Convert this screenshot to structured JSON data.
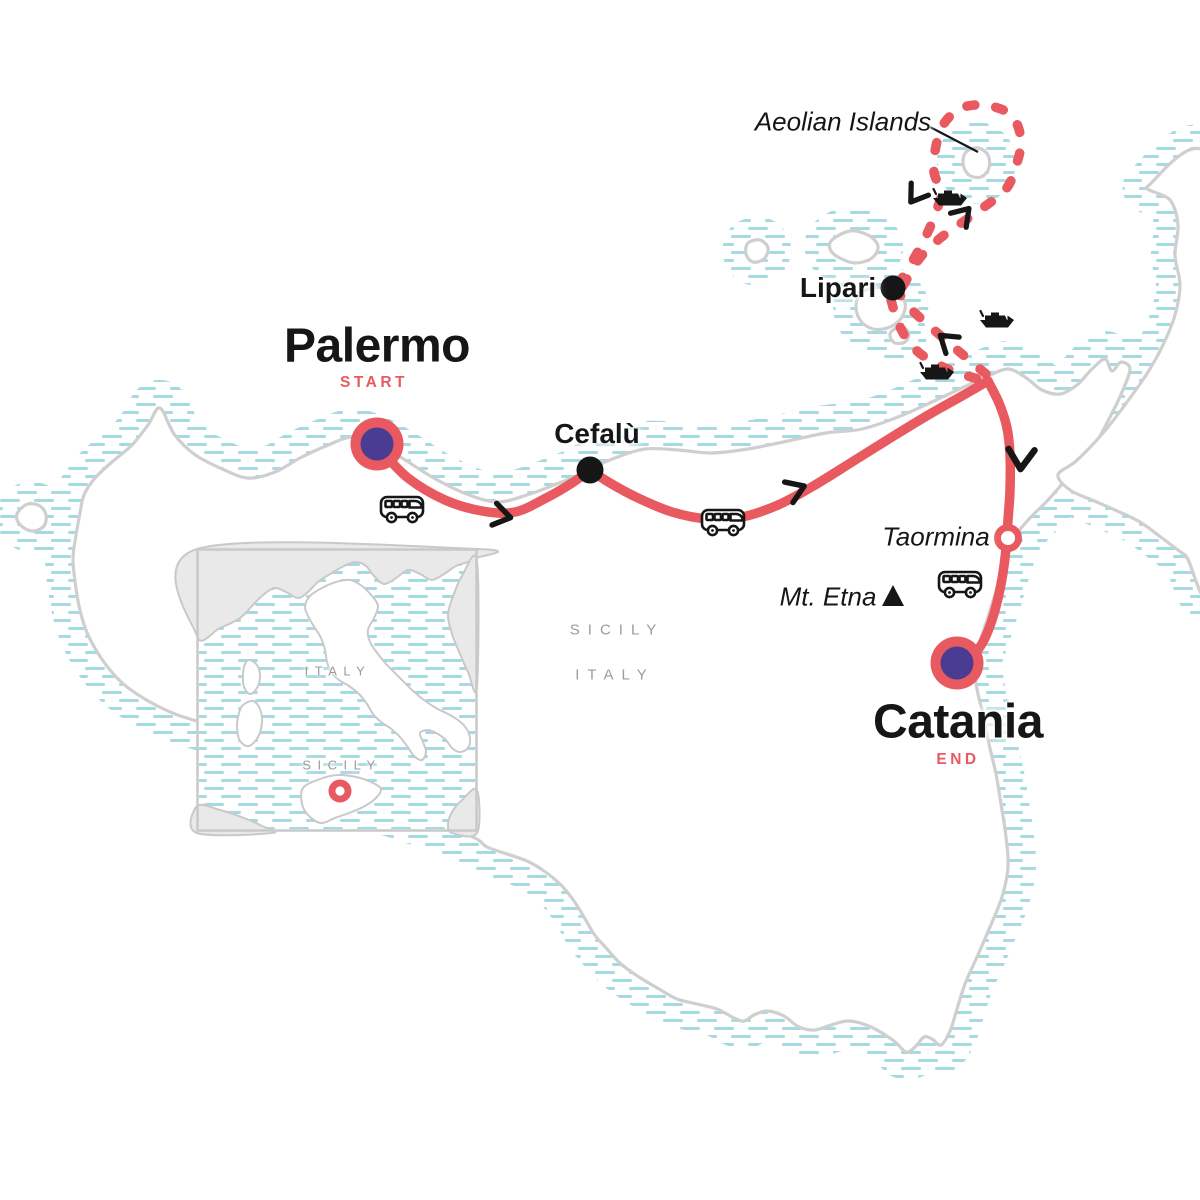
{
  "colors": {
    "route_red": "#E85A5F",
    "marker_purple": "#4A3C92",
    "dot_black": "#161616",
    "coast_gray": "#CFCFCF",
    "ripple_blue": "#A6DAE2",
    "region_gray": "#9B9B9B",
    "inset_land": "#E9E9E9",
    "inset_border": "#C9C9C9",
    "label_black": "#161616"
  },
  "map": {
    "labels": {
      "palermo": "Palermo",
      "palermo_badge": "START",
      "cefalu": "Cefalù",
      "aeolian_islands": "Aeolian Islands",
      "lipari": "Lipari",
      "taormina": "Taormina",
      "mt_etna": "Mt. Etna",
      "catania": "Catania",
      "catania_badge": "END",
      "region_sicily": "SICILY",
      "region_italy": "ITALY"
    },
    "inset": {
      "labels": {
        "italy": "ITALY",
        "sicily": "SICILY"
      }
    },
    "stops": [
      {
        "name": "Palermo",
        "marker": "start-marker (red ring, purple fill)",
        "badge": "START"
      },
      {
        "name": "Cefalù",
        "marker": "visited-stop (black dot)"
      },
      {
        "name": "Lipari",
        "marker": "visited-stop (black dot)"
      },
      {
        "name": "Aeolian Islands",
        "marker": "labelled island with pointer line"
      },
      {
        "name": "Taormina",
        "marker": "open-stop (red ring, white fill)"
      },
      {
        "name": "Mt. Etna",
        "marker": "mountain-peak (black triangle)"
      },
      {
        "name": "Catania",
        "marker": "end-marker (red ring, purple fill)",
        "badge": "END"
      }
    ],
    "route_legs": [
      {
        "from": "Palermo",
        "to": "Cefalù",
        "mode": "bus",
        "line": "solid"
      },
      {
        "from": "Cefalù",
        "to": "coast junction",
        "mode": "bus",
        "line": "solid"
      },
      {
        "from": "coast junction",
        "to": "Lipari",
        "mode": "ferry",
        "line": "dashed"
      },
      {
        "from": "Lipari",
        "to": "Aeolian Islands loop",
        "mode": "ferry",
        "line": "dashed"
      },
      {
        "from": "coast junction",
        "to": "Taormina",
        "mode": "bus",
        "line": "solid"
      },
      {
        "from": "Taormina",
        "to": "Catania",
        "mode": "bus",
        "line": "solid"
      }
    ],
    "icons": {
      "bus": "bus-icon",
      "ferry": "ferry-icon",
      "peak": "mountain-peak-icon"
    }
  }
}
